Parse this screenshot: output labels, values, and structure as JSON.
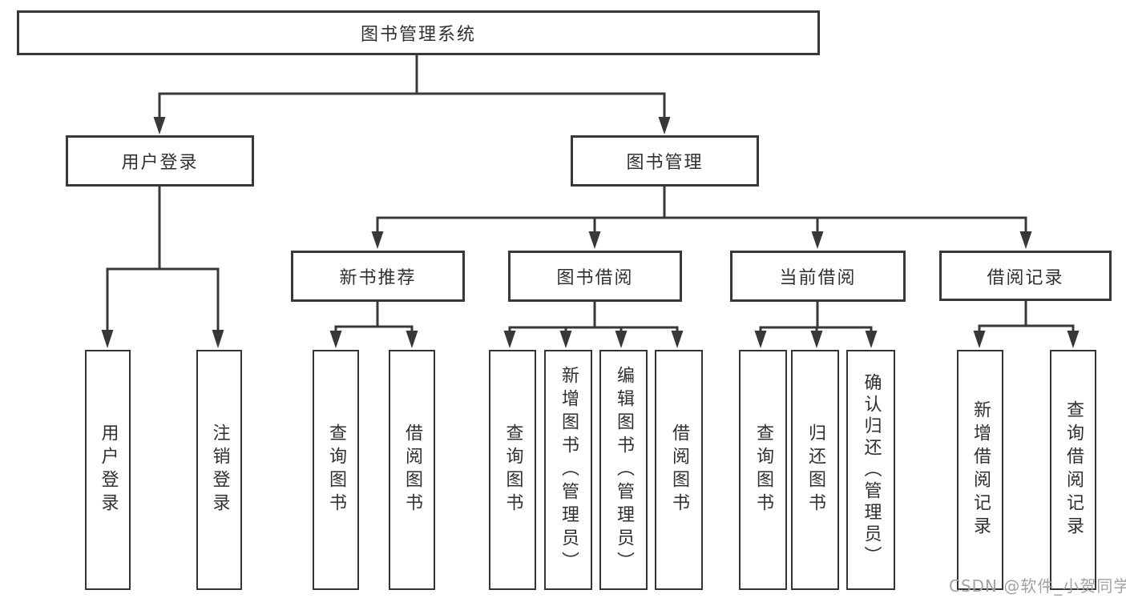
{
  "diagram": {
    "title": "图书管理系统",
    "watermark": "CSDN @软件_小贺同学",
    "colors": {
      "line": "#383838",
      "box_border": "#383838",
      "text": "#303030",
      "watermark_text": "#a2a2a2",
      "background": "#ffffff"
    },
    "nodes": {
      "root": {
        "label": "图书管理系统"
      },
      "user_login": {
        "label": "用户登录"
      },
      "book_mgmt": {
        "label": "图书管理"
      },
      "new_book_rec": {
        "label": "新书推荐"
      },
      "book_borrow": {
        "label": "图书借阅"
      },
      "current_borrow": {
        "label": "当前借阅"
      },
      "borrow_record": {
        "label": "借阅记录"
      },
      "leaf_user_login": {
        "label": "用户登录"
      },
      "leaf_logout": {
        "label": "注销登录"
      },
      "leaf_query_book_1": {
        "label": "查询图书"
      },
      "leaf_borrow_book_1": {
        "label": "借阅图书"
      },
      "leaf_query_book_2": {
        "label": "查询图书"
      },
      "leaf_add_book": {
        "label": "新增图书（管理员）"
      },
      "leaf_edit_book": {
        "label": "编辑图书（管理员）"
      },
      "leaf_borrow_book_2": {
        "label": "借阅图书"
      },
      "leaf_query_book_3": {
        "label": "查询图书"
      },
      "leaf_return_book": {
        "label": "归还图书"
      },
      "leaf_confirm_return": {
        "label": "确认归还（管理员）"
      },
      "leaf_add_record": {
        "label": "新增借阅记录"
      },
      "leaf_query_record": {
        "label": "查询借阅记录"
      }
    },
    "edges": [
      {
        "from": "图书管理系统",
        "to": "用户登录"
      },
      {
        "from": "图书管理系统",
        "to": "图书管理"
      },
      {
        "from": "用户登录",
        "to": "用户登录"
      },
      {
        "from": "用户登录",
        "to": "注销登录"
      },
      {
        "from": "图书管理",
        "to": "新书推荐"
      },
      {
        "from": "图书管理",
        "to": "图书借阅"
      },
      {
        "from": "图书管理",
        "to": "当前借阅"
      },
      {
        "from": "图书管理",
        "to": "借阅记录"
      },
      {
        "from": "新书推荐",
        "to": "查询图书"
      },
      {
        "from": "新书推荐",
        "to": "借阅图书"
      },
      {
        "from": "图书借阅",
        "to": "查询图书"
      },
      {
        "from": "图书借阅",
        "to": "新增图书（管理员）"
      },
      {
        "from": "图书借阅",
        "to": "编辑图书（管理员）"
      },
      {
        "from": "图书借阅",
        "to": "借阅图书"
      },
      {
        "from": "当前借阅",
        "to": "查询图书"
      },
      {
        "from": "当前借阅",
        "to": "归还图书"
      },
      {
        "from": "当前借阅",
        "to": "确认归还（管理员）"
      },
      {
        "from": "借阅记录",
        "to": "新增借阅记录"
      },
      {
        "from": "借阅记录",
        "to": "查询借阅记录"
      }
    ]
  }
}
